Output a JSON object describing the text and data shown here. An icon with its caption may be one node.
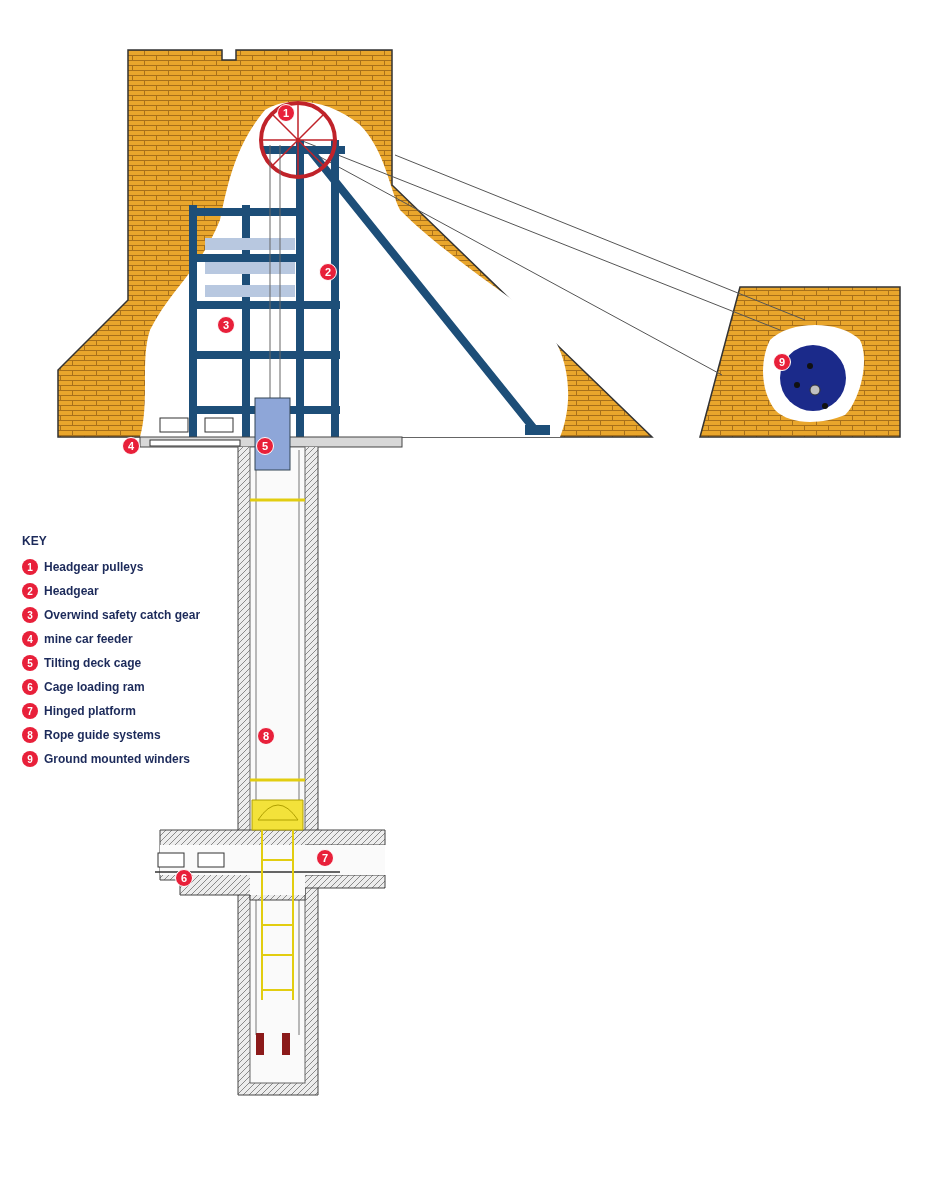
{
  "diagram": {
    "labels": [
      "1",
      "2",
      "3",
      "9",
      "4",
      "5",
      "8",
      "7",
      "6",
      "KEY",
      "1",
      "Headgear pulleys",
      "2",
      "Headgear",
      "3",
      "Overwind safety catch gear",
      "4",
      "mine car feeder",
      "5",
      "Tilting deck cage",
      "6",
      "Cage loading ram",
      "7",
      "Hinged platform",
      "8",
      "Rope guide systems",
      "9",
      "Ground mounted winders"
    ]
  }
}
